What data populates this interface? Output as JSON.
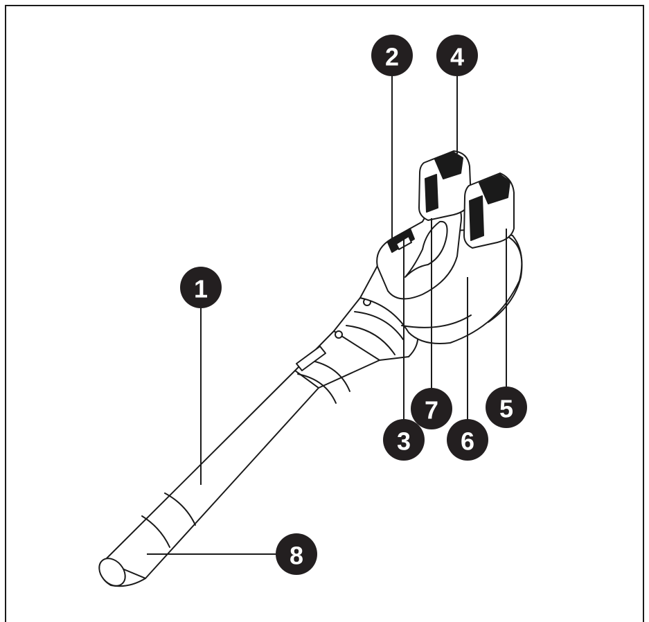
{
  "diagram": {
    "callouts": [
      {
        "id": "1",
        "label": "1"
      },
      {
        "id": "2",
        "label": "2"
      },
      {
        "id": "3",
        "label": "3"
      },
      {
        "id": "4",
        "label": "4"
      },
      {
        "id": "5",
        "label": "5"
      },
      {
        "id": "6",
        "label": "6"
      },
      {
        "id": "7",
        "label": "7"
      },
      {
        "id": "8",
        "label": "8"
      }
    ],
    "colors": {
      "ink": "#1a1a1a",
      "badge": "#231f20",
      "paper": "#ffffff"
    }
  }
}
